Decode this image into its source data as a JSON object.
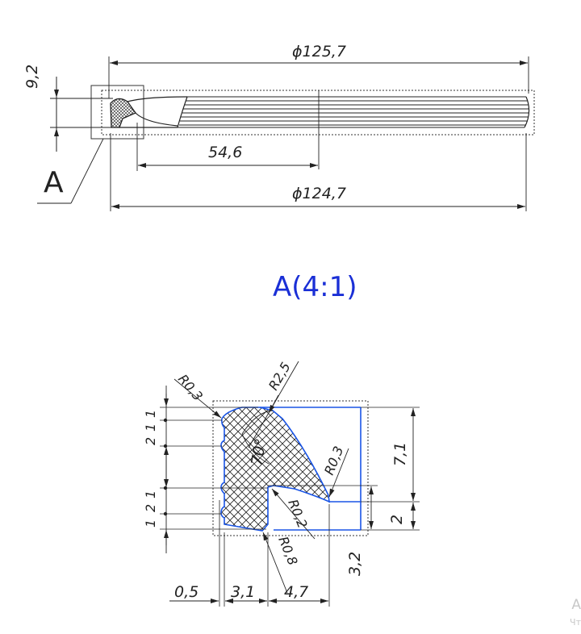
{
  "top_view": {
    "dim_outer_diameter": "ϕ125,7",
    "dim_inner_diameter": "ϕ124,7",
    "dim_radius": "54,6",
    "dim_height": "9,2",
    "detail_marker": "A"
  },
  "detail_view": {
    "title": "A(4:1)",
    "radii": {
      "r1": "R0,3",
      "r2": "R2,5",
      "r3": "R0,3",
      "r4": "R0,2",
      "r5": "R0,8"
    },
    "angle": "70°",
    "left_dims": [
      "1",
      "1",
      "2",
      "1",
      "2",
      "1"
    ],
    "right_dims": {
      "height": "7,1",
      "step": "2",
      "lower": "3,2"
    },
    "bottom_dims": {
      "a": "0,5",
      "b": "3,1",
      "c": "4,7"
    }
  },
  "colors": {
    "outline": "#1a55e6",
    "lines": "#222222",
    "title": "#1a2fd6"
  },
  "watermark": {
    "line1": "А",
    "line2": "Чт"
  }
}
